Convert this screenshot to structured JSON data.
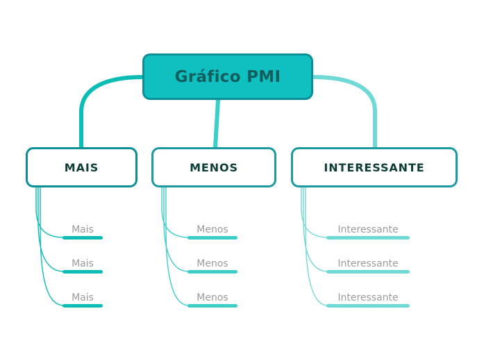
{
  "background": "#ffffff",
  "palette": {
    "root_fill": "#10bfbf",
    "root_border": "#0b8f97",
    "root_text": "#115e5e",
    "branch_fill": "#ffffff",
    "branch_text": "#0d3d35",
    "leaf_text": "#9b9b9b",
    "branch1": "#0bbdb4",
    "branch2": "#3ccfc9",
    "branch3": "#6fd9d6"
  },
  "root": {
    "label": "Gráfico PMI"
  },
  "branches": [
    {
      "id": "mais",
      "label": "MAIS",
      "color": "#0bbdb4",
      "border": "#0b8f97",
      "leaves": [
        {
          "label": "Mais"
        },
        {
          "label": "Mais"
        },
        {
          "label": "Mais"
        }
      ]
    },
    {
      "id": "menos",
      "label": "MENOS",
      "color": "#3ccfc9",
      "border": "#1a9aa0",
      "leaves": [
        {
          "label": "Menos"
        },
        {
          "label": "Menos"
        },
        {
          "label": "Menos"
        }
      ]
    },
    {
      "id": "interessante",
      "label": "INTERESSANTE",
      "color": "#6fd9d6",
      "border": "#1a9aa0",
      "leaves": [
        {
          "label": "Interessante"
        },
        {
          "label": "Interessante"
        },
        {
          "label": "Interessante"
        }
      ]
    }
  ]
}
